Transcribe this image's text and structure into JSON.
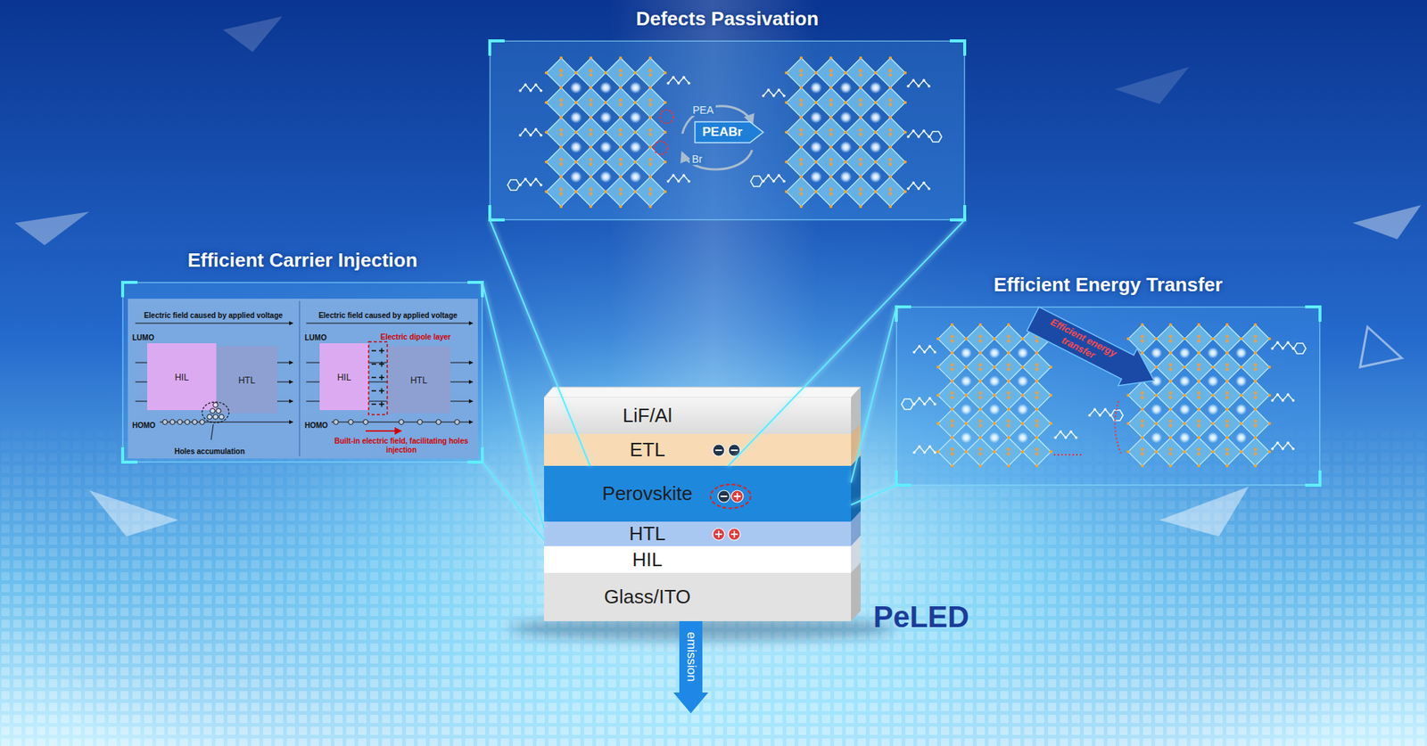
{
  "diagram": {
    "nodes": [
      {
        "text": [
          "Defects Passivation"
        ]
      },
      {
        "text": [
          "PEABr"
        ],
        "in": 0
      },
      {
        "text": [
          "Efficient Carrier Injection"
        ]
      },
      {
        "text": [
          "HIL"
        ],
        "in": 2
      },
      {
        "text": [
          "HTL"
        ],
        "in": 2
      },
      {
        "text": [
          "HIL"
        ],
        "in": 2
      },
      {
        "text": [
          "HTL"
        ],
        "in": 2
      },
      {
        "text": [
          "Efficient Energy Transfer"
        ]
      },
      {
        "text": [
          "Efficient energy transfer"
        ],
        "in": 7
      },
      {
        "text": [
          "LiF/Al"
        ]
      },
      {
        "text": [
          "ETL"
        ]
      },
      {
        "text": [
          "Perovskite"
        ]
      },
      {
        "text": [
          "HTL"
        ]
      },
      {
        "text": [
          "HIL"
        ]
      },
      {
        "text": [
          "Glass/ITO"
        ]
      },
      {
        "text": [
          "emission"
        ]
      }
    ],
    "edges": [
      {
        "from": 0,
        "to": 11,
        "arrow": "none"
      },
      {
        "from": 0,
        "to": 11,
        "arrow": "none"
      },
      {
        "from": 2,
        "to": 12,
        "arrow": "none"
      },
      {
        "from": 2,
        "to": 12,
        "arrow": "none"
      },
      {
        "from": 7,
        "to": 11,
        "arrow": "none"
      },
      {
        "from": 7,
        "to": 11,
        "arrow": "none"
      }
    ],
    "labels": [
      "PEA",
      "Br",
      "Electric field caused by applied voltage",
      "LUMO",
      "HOMO",
      "Holes accumulation",
      "Electric field caused by applied voltage",
      "Electric dipole layer",
      "LUMO",
      "HOMO",
      "Built-in electric field, facilitating holes injection",
      "PeLED"
    ]
  }
}
